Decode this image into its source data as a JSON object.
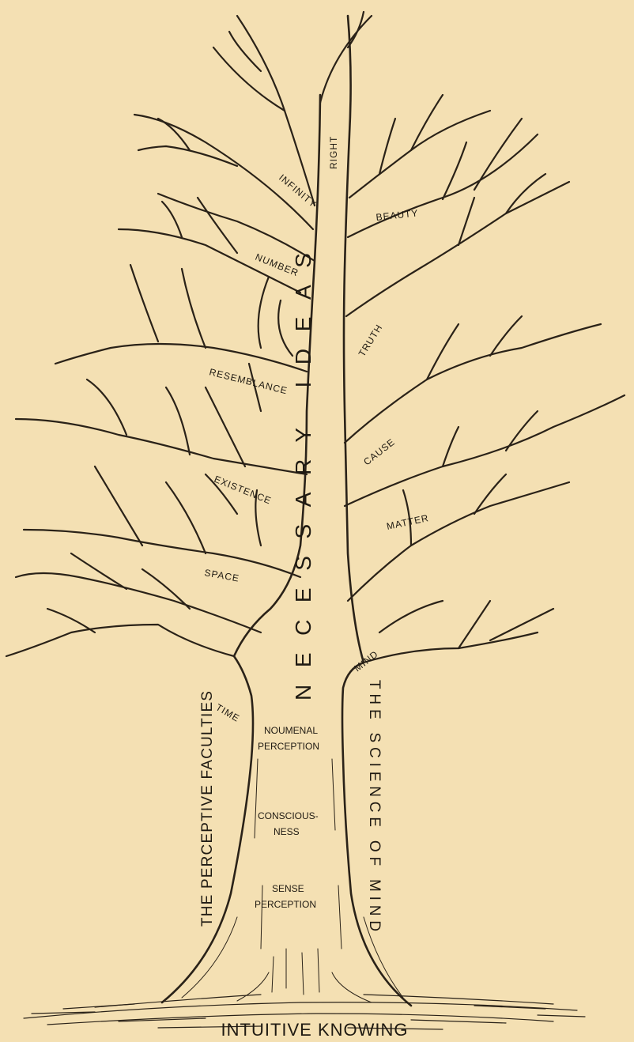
{
  "diagram": {
    "central_label": "NECESSARY IDEAS",
    "branches": [
      "RIGHT",
      "INFINITY",
      "BEAUTY",
      "NUMBER",
      "TRUTH",
      "RESEMBLANCE",
      "CAUSE",
      "EXISTENCE",
      "MATTER",
      "SPACE",
      "MIND",
      "TIME"
    ],
    "trunk_left": "THE PERCEPTIVE FACULTIES",
    "trunk_right": "THE SCIENCE OF MIND",
    "trunk_levels": {
      "noumenal": [
        "NOUMENAL",
        "PERCEPTION"
      ],
      "consciousness": [
        "CONSCIOUS-",
        "NESS"
      ],
      "sense": [
        "SENSE",
        "PERCEPTION"
      ]
    },
    "root_label": "INTUITIVE KNOWING"
  },
  "colors": {
    "paper": "#f4e0b3",
    "ink": "#2a2218"
  }
}
